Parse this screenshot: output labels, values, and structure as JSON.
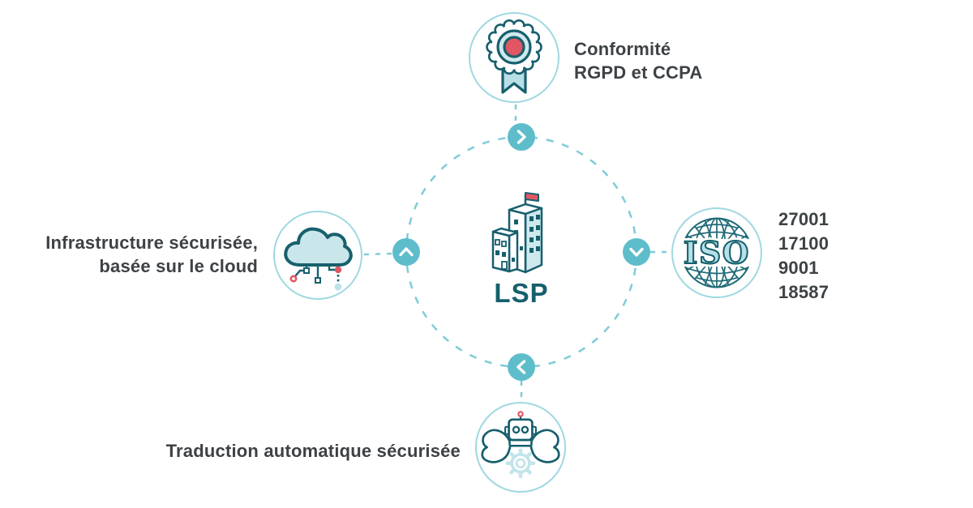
{
  "diagram_title": "LSP security and compliance diagram",
  "center": {
    "label": "LSP",
    "icon": "building-flag-icon"
  },
  "nodes": {
    "compliance": {
      "icon": "certificate-medal-icon",
      "lines": [
        "Conformité",
        "RGPD et CCPA"
      ]
    },
    "iso": {
      "icon": "iso-globe-icon",
      "word": "ISO",
      "lines": [
        "27001",
        "17100",
        "9001",
        "18587"
      ]
    },
    "machine_translation": {
      "icon": "robot-strength-gear-icon",
      "lines": [
        "Traduction automatique sécurisée"
      ]
    },
    "cloud": {
      "icon": "secure-cloud-icon",
      "lines": [
        "Infrastructure sécurisée,",
        "basée sur le cloud"
      ]
    }
  },
  "flow": {
    "shape": "dashed-circle",
    "arrows": [
      {
        "position": "top",
        "direction": "right"
      },
      {
        "position": "right",
        "direction": "down"
      },
      {
        "position": "bottom",
        "direction": "left"
      },
      {
        "position": "left",
        "direction": "up"
      }
    ]
  },
  "colors": {
    "teal_dark": "#175f6d",
    "teal_arrow_circle": "#5ebdcb",
    "dashed_line": "#7fccd8",
    "node_circle_border": "#a0d8e2",
    "light_blue_fill": "#c9e6ea",
    "iso_letter_fill": "#b7dfe6",
    "red_accent": "#e25663",
    "text_dark": "#3d4245"
  }
}
